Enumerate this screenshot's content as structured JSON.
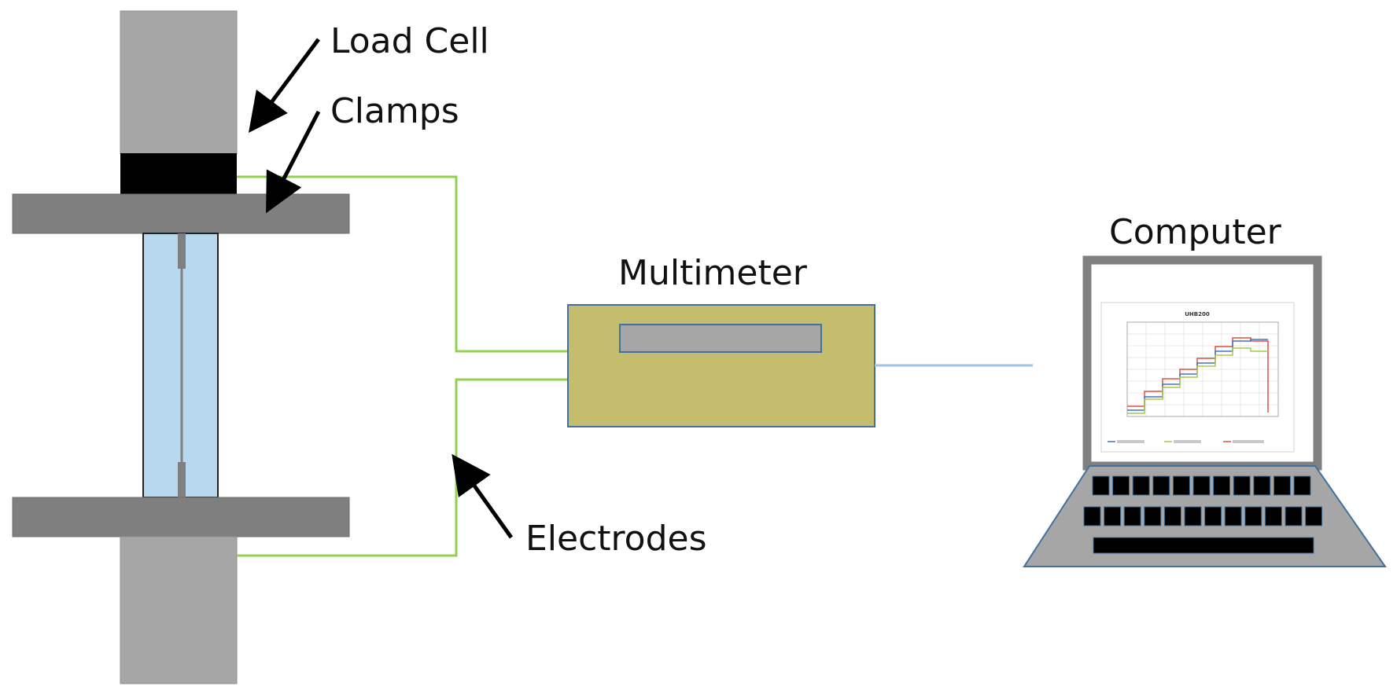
{
  "labels": {
    "load_cell": "Load Cell",
    "clamps": "Clamps",
    "multimeter": "Multimeter",
    "computer": "Computer",
    "electrodes": "Electrodes"
  },
  "screen_chart": {
    "title": "UHB200"
  },
  "colors": {
    "frame_gray": "#a6a6a6",
    "clamp_gray": "#7f7f7f",
    "load_cell_black": "#000000",
    "specimen_blue": "#b8d8f0",
    "wire_green": "#92d050",
    "multimeter_olive": "#c4bd6d",
    "display_gray": "#a6a6a6",
    "outline_blue": "#41719c",
    "cable_blue": "#9dc3e6",
    "keyboard_key": "#000000",
    "laptop_gray": "#a6a6a6",
    "laptop_frame": "#808080"
  }
}
